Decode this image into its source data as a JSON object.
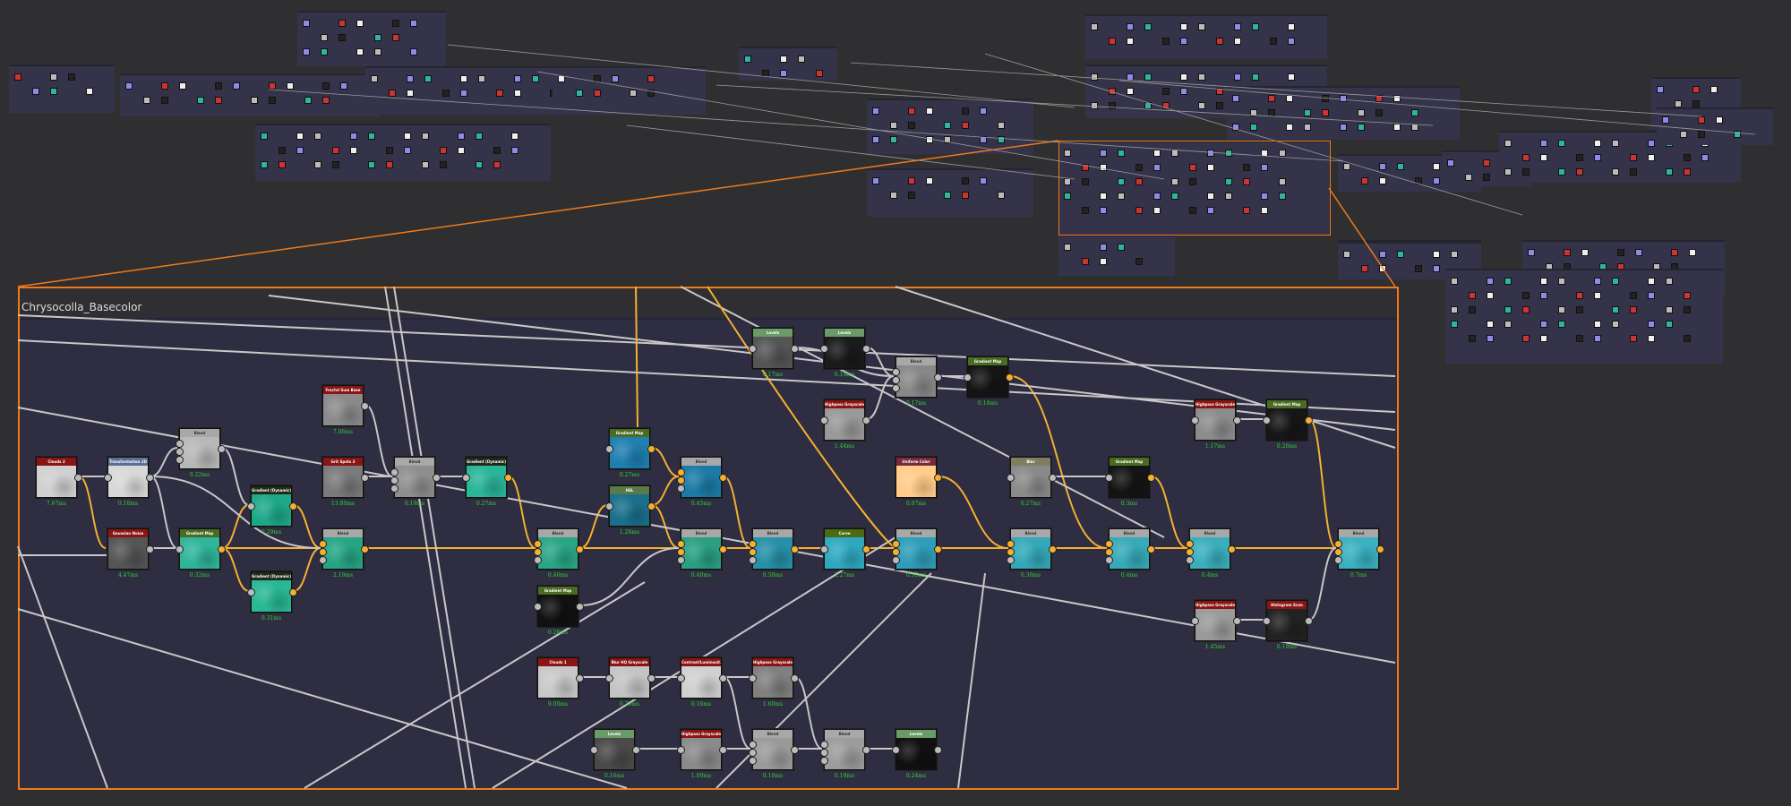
{
  "frame": {
    "title": "Chrysocolla_Basecolor",
    "border_color": "#f07a1a"
  },
  "colors": {
    "wire": "#c8c8c8",
    "color_wire": "#f5b030",
    "timing": "#2fd82f",
    "canvas": "#2f2f31",
    "frame_bg": "#2e2d42"
  },
  "nodes": [
    {
      "label": "Clouds 2",
      "time": "7.67ms",
      "header": "#8b1414",
      "thumb": "#d0d0d0"
    },
    {
      "label": "Transformation 2D",
      "time": "0.18ms",
      "header": "#5a6e96",
      "thumb": "#d8d8d8"
    },
    {
      "label": "Blend",
      "time": "0.22ms",
      "header": "#a8a8a8",
      "thumb": "#b8b8b8"
    },
    {
      "label": "Gaussian Noise",
      "time": "4.47ms",
      "header": "#8b1414",
      "thumb": "#555555"
    },
    {
      "label": "Gradient Map",
      "time": "0.32ms",
      "header": "#4a6b22",
      "thumb": "#2fb59a"
    },
    {
      "label": "Gradient (Dynamic)",
      "time": "0.29ms",
      "header": "#1f2a18",
      "thumb": "#1ea88a"
    },
    {
      "label": "Gradient (Dynamic)",
      "time": "0.31ms",
      "header": "#1f2a18",
      "thumb": "#28b894"
    },
    {
      "label": "Blend",
      "time": "2.19ms",
      "header": "#a8a8a8",
      "thumb": "#26a585"
    },
    {
      "label": "Fractal Sum Base",
      "time": "7.06ms",
      "header": "#8b1414",
      "thumb": "#8a8a8a"
    },
    {
      "label": "Grit Spots 3",
      "time": "13.89ms",
      "header": "#8b1414",
      "thumb": "#7a7a7a"
    },
    {
      "label": "Blend",
      "time": "0.19ms",
      "header": "#a8a8a8",
      "thumb": "#8e8e8e"
    },
    {
      "label": "Gradient (Dynamic)",
      "time": "0.27ms",
      "header": "#1f2a18",
      "thumb": "#2ab598"
    },
    {
      "label": "Blend",
      "time": "0.46ms",
      "header": "#a8a8a8",
      "thumb": "#2aa586"
    },
    {
      "label": "Gradient Map",
      "time": "0.27ms",
      "header": "#4a6b22",
      "thumb": "#1f7fb0"
    },
    {
      "label": "HSL",
      "time": "1.26ms",
      "header": "#5a7a48",
      "thumb": "#1b6f8c"
    },
    {
      "label": "Blend",
      "time": "0.45ms",
      "header": "#a8a8a8",
      "thumb": "#1d7aa6"
    },
    {
      "label": "Blend",
      "time": "0.40ms",
      "header": "#a8a8a8",
      "thumb": "#2a9f82"
    },
    {
      "label": "Blend",
      "time": "0.50ms",
      "header": "#a8a8a8",
      "thumb": "#2690a6"
    },
    {
      "label": "Curve",
      "time": "1.27ms",
      "header": "#4a6a14",
      "thumb": "#30a8c0"
    },
    {
      "label": "Blend",
      "time": "0.55ms",
      "header": "#a8a8a8",
      "thumb": "#2f9db8"
    },
    {
      "label": "Levels",
      "time": "0.17ms",
      "header": "#6a9a68",
      "thumb": "#555555"
    },
    {
      "label": "Levels",
      "time": "0.14ms",
      "header": "#6a9a68",
      "thumb": "#1a1a1a"
    },
    {
      "label": "Blend",
      "time": "0.17ms",
      "header": "#a8a8a8",
      "thumb": "#888888"
    },
    {
      "label": "Highpass Grayscale",
      "time": "1.44ms",
      "header": "#8b1414",
      "thumb": "#999999"
    },
    {
      "label": "Gradient Map",
      "time": "0.14ms",
      "header": "#4a6b22",
      "thumb": "#141414"
    },
    {
      "label": "Uniform Color",
      "time": "0.07ms",
      "header": "#7a2a3a",
      "thumb": "#ffcc8a"
    },
    {
      "label": "Blur",
      "time": "0.27ms",
      "header": "#7f7d62",
      "thumb": "#8a8a8a"
    },
    {
      "label": "Gradient Map",
      "time": "0.3ms",
      "header": "#4a6b22",
      "thumb": "#141414"
    },
    {
      "label": "Blend",
      "time": "0.30ms",
      "header": "#a8a8a8",
      "thumb": "#34a8b8"
    },
    {
      "label": "Blend",
      "time": "0.4ms",
      "header": "#a8a8a8",
      "thumb": "#36aab8"
    },
    {
      "label": "Blend",
      "time": "0.4ms",
      "header": "#a8a8a8",
      "thumb": "#3aaebc"
    },
    {
      "label": "Blend",
      "time": "0.7ms",
      "header": "#a8a8a8",
      "thumb": "#3ab0c0"
    },
    {
      "label": "Highpass Grayscale",
      "time": "1.17ms",
      "header": "#8b1414",
      "thumb": "#8c8c8c"
    },
    {
      "label": "Gradient Map",
      "time": "0.26ms",
      "header": "#4a6b22",
      "thumb": "#161616"
    },
    {
      "label": "Highpass Grayscale",
      "time": "1.45ms",
      "header": "#8b1414",
      "thumb": "#9a9a9a"
    },
    {
      "label": "Histogram Scan",
      "time": "0.19ms",
      "header": "#8b1414",
      "thumb": "#222222"
    },
    {
      "label": "Gradient Map",
      "time": "0.26ms",
      "header": "#4a6b22",
      "thumb": "#111111"
    },
    {
      "label": "Clouds 1",
      "time": "9.00ms",
      "header": "#8b1414",
      "thumb": "#c8c8c8"
    },
    {
      "label": "Blur HQ Grayscale",
      "time": "0.70ms",
      "header": "#8b1414",
      "thumb": "#c4c4c4"
    },
    {
      "label": "Contrast/Luminosit...",
      "time": "0.16ms",
      "header": "#8b1414",
      "thumb": "#d0d0d0"
    },
    {
      "label": "Highpass Grayscale",
      "time": "1.60ms",
      "header": "#8b1414",
      "thumb": "#808080"
    },
    {
      "label": "Levels",
      "time": "0.16ms",
      "header": "#6a9a68",
      "thumb": "#4a4a4a"
    },
    {
      "label": "Highpass Grayscale",
      "time": "1.00ms",
      "header": "#8b1414",
      "thumb": "#8a8a8a"
    },
    {
      "label": "Blend",
      "time": "0.10ms",
      "header": "#a8a8a8",
      "thumb": "#9a9a9a"
    },
    {
      "label": "Blend",
      "time": "0.19ms",
      "header": "#a8a8a8",
      "thumb": "#9c9c9c"
    },
    {
      "label": "Levels",
      "time": "0.24ms",
      "header": "#6a9a68",
      "thumb": "#101010"
    }
  ]
}
